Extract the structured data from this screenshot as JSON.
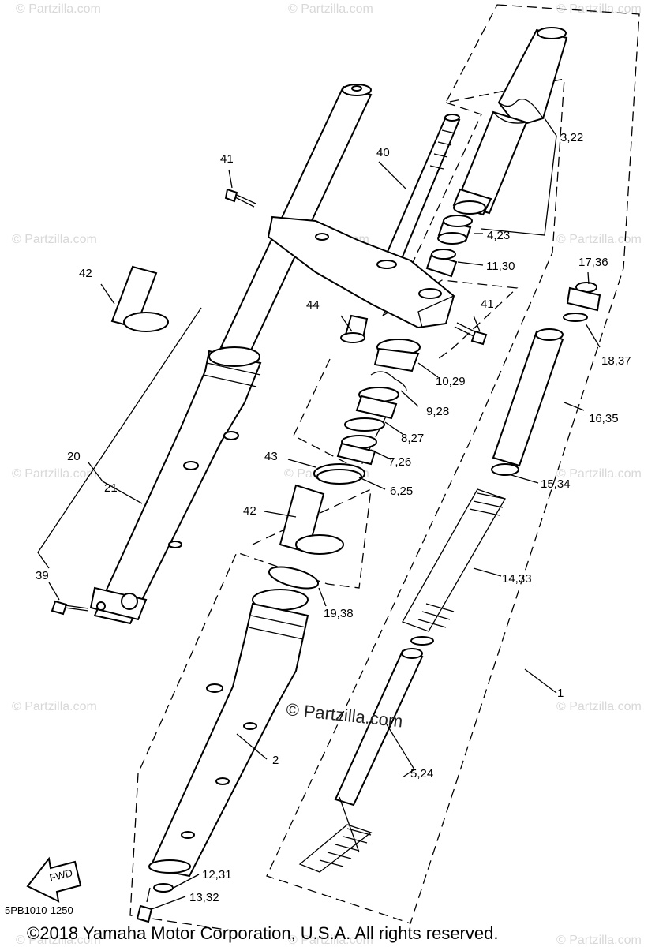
{
  "watermark": {
    "text": "© Partzilla.com",
    "main_text": "© Partzilla.com"
  },
  "diagram_code": "5PB1010-1250",
  "copyright": "©2018 Yamaha Motor Corporation, U.S.A. All rights reserved.",
  "fwd_label": "FWD",
  "callouts": {
    "c1": "1",
    "c2": "2",
    "c3_22": "3,22",
    "c4_23": "4,23",
    "c5_24": "5,24",
    "c6_25": "6,25",
    "c7_26": "7,26",
    "c8_27": "8,27",
    "c9_28": "9,28",
    "c10_29": "10,29",
    "c11_30": "11,30",
    "c12_31": "12,31",
    "c13_32": "13,32",
    "c14_33": "14,33",
    "c15_34": "15,34",
    "c16_35": "16,35",
    "c17_36": "17,36",
    "c18_37": "18,37",
    "c19_38": "19,38",
    "c20": "20",
    "c21": "21",
    "c39": "39",
    "c40": "40",
    "c41a": "41",
    "c41b": "41",
    "c42a": "42",
    "c42b": "42",
    "c43": "43",
    "c44": "44"
  }
}
